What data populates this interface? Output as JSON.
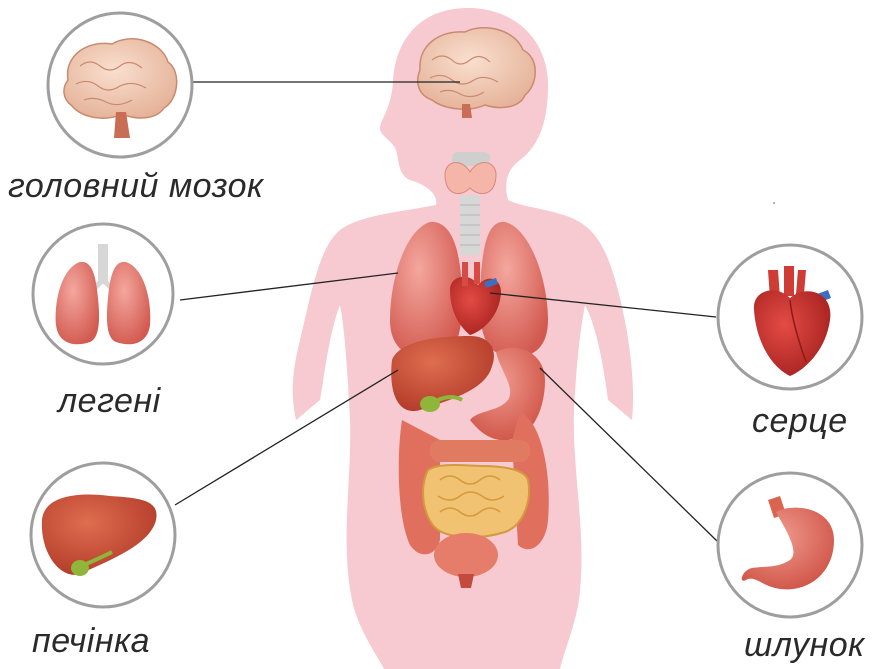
{
  "labels": {
    "brain": "головний мозок",
    "lungs": "легені",
    "liver": "печінка",
    "heart": "серце",
    "stomach": "шлунок"
  },
  "colors": {
    "body_silhouette": "#f7c9d0",
    "organ_red": "#d9534f",
    "organ_dark_red": "#b83a35",
    "lung_pink": "#e27a72",
    "brain_beige": "#f0cdb8",
    "circle_stroke": "#9e9e9e",
    "leader_line": "#222222"
  }
}
